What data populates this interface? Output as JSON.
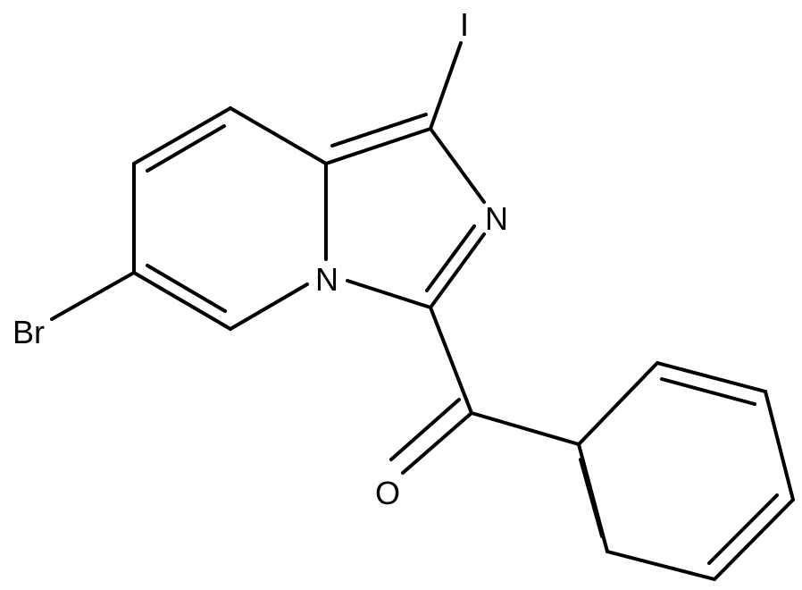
{
  "molecule": {
    "atoms": {
      "iodine": "I",
      "bromine": "Br",
      "nitrogen_imine": "N",
      "nitrogen_bridge": "N",
      "oxygen": "O"
    }
  },
  "colors": {
    "bond": "#000000",
    "label": "#000000",
    "background": "#ffffff"
  }
}
